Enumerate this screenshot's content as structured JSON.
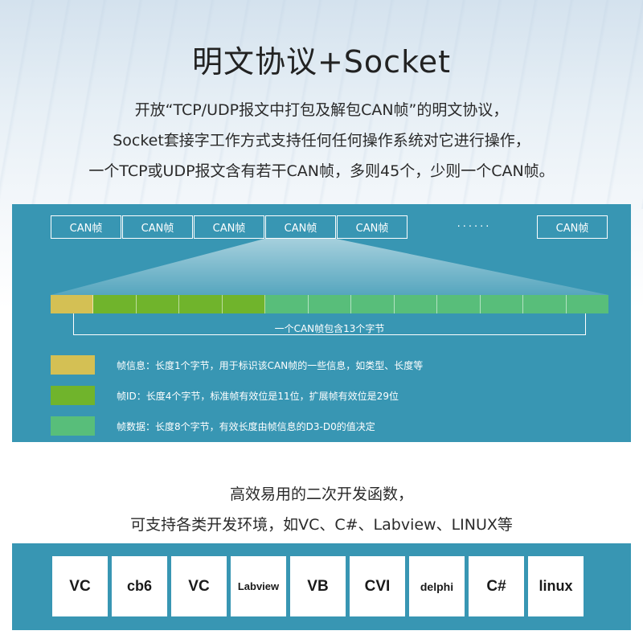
{
  "title": "明文协议+Socket",
  "intro": {
    "line1": "开放“TCP/UDP报文中打包及解包CAN帧”的明文协议，",
    "line2": "Socket套接字工作方式支持任何任何操作系统对它进行操作，",
    "line3": "一个TCP或UDP报文含有若干CAN帧，多则45个，少则一个CAN帧。"
  },
  "frames": {
    "label": "CAN帧",
    "items": [
      "CAN帧",
      "CAN帧",
      "CAN帧",
      "CAN帧",
      "CAN帧",
      "CAN帧"
    ],
    "ellipsis": "······"
  },
  "bytes": {
    "colors": {
      "info": "#d4c054",
      "id": "#70b42c",
      "data": "#58be7a"
    },
    "total_label": "一个CAN帧包含13个字节"
  },
  "legend": [
    {
      "color": "#d4c054",
      "text": "帧信息：长度1个字节，用于标识该CAN帧的一些信息，如类型、长度等"
    },
    {
      "color": "#70b42c",
      "text": "帧ID：长度4个字节，标准帧有效位是11位，扩展帧有效位是29位"
    },
    {
      "color": "#58be7a",
      "text": "帧数据：长度8个字节，有效长度由帧信息的D3-D0的值决定"
    }
  ],
  "sub": {
    "line1": "高效易用的二次开发函数，",
    "line2": "可支持各类开发环境，如VC、C#、Labview、LINUX等"
  },
  "environments": [
    "VC",
    "cb6",
    "VC",
    "Labview",
    "VB",
    "CVI",
    "delphi",
    "C#",
    "linux"
  ],
  "colors": {
    "panel": "#3896b3",
    "text": "#222222"
  }
}
